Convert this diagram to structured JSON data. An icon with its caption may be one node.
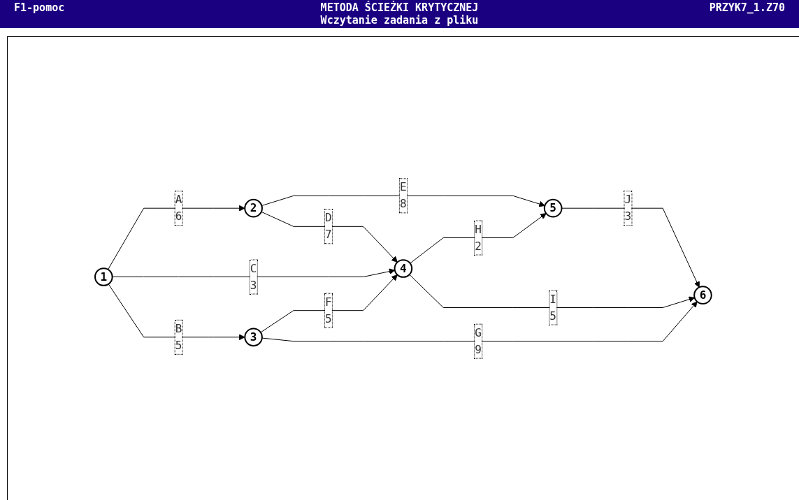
{
  "diagram": {
    "title": "METODA ŚCIEŻKI KRYTYCZNEJ",
    "nodes": [
      {
        "text": [
          "1"
        ]
      },
      {
        "text": [
          "2"
        ]
      },
      {
        "text": [
          "3"
        ]
      },
      {
        "text": [
          "4"
        ]
      },
      {
        "text": [
          "5"
        ]
      },
      {
        "text": [
          "6"
        ]
      }
    ],
    "edges": [
      {
        "from": 0,
        "to": 1,
        "arrow": "to",
        "label": "A 6"
      },
      {
        "from": 0,
        "to": 3,
        "arrow": "to",
        "label": "C 3"
      },
      {
        "from": 0,
        "to": 2,
        "arrow": "to",
        "label": "B 5"
      },
      {
        "from": 1,
        "to": 4,
        "arrow": "to",
        "label": "E 8"
      },
      {
        "from": 1,
        "to": 3,
        "arrow": "to",
        "label": "D 7"
      },
      {
        "from": 2,
        "to": 3,
        "arrow": "to",
        "label": "F 5"
      },
      {
        "from": 2,
        "to": 5,
        "arrow": "to",
        "label": "G 9"
      },
      {
        "from": 3,
        "to": 4,
        "arrow": "to",
        "label": "H 2"
      },
      {
        "from": 3,
        "to": 5,
        "arrow": "to",
        "label": "I 5"
      },
      {
        "from": 4,
        "to": 5,
        "arrow": "to",
        "label": "J 3"
      }
    ],
    "labels": [
      "F1-pomoc",
      "PRZYK7_1.Z70",
      "Wczytanie zadania z pliku"
    ]
  }
}
